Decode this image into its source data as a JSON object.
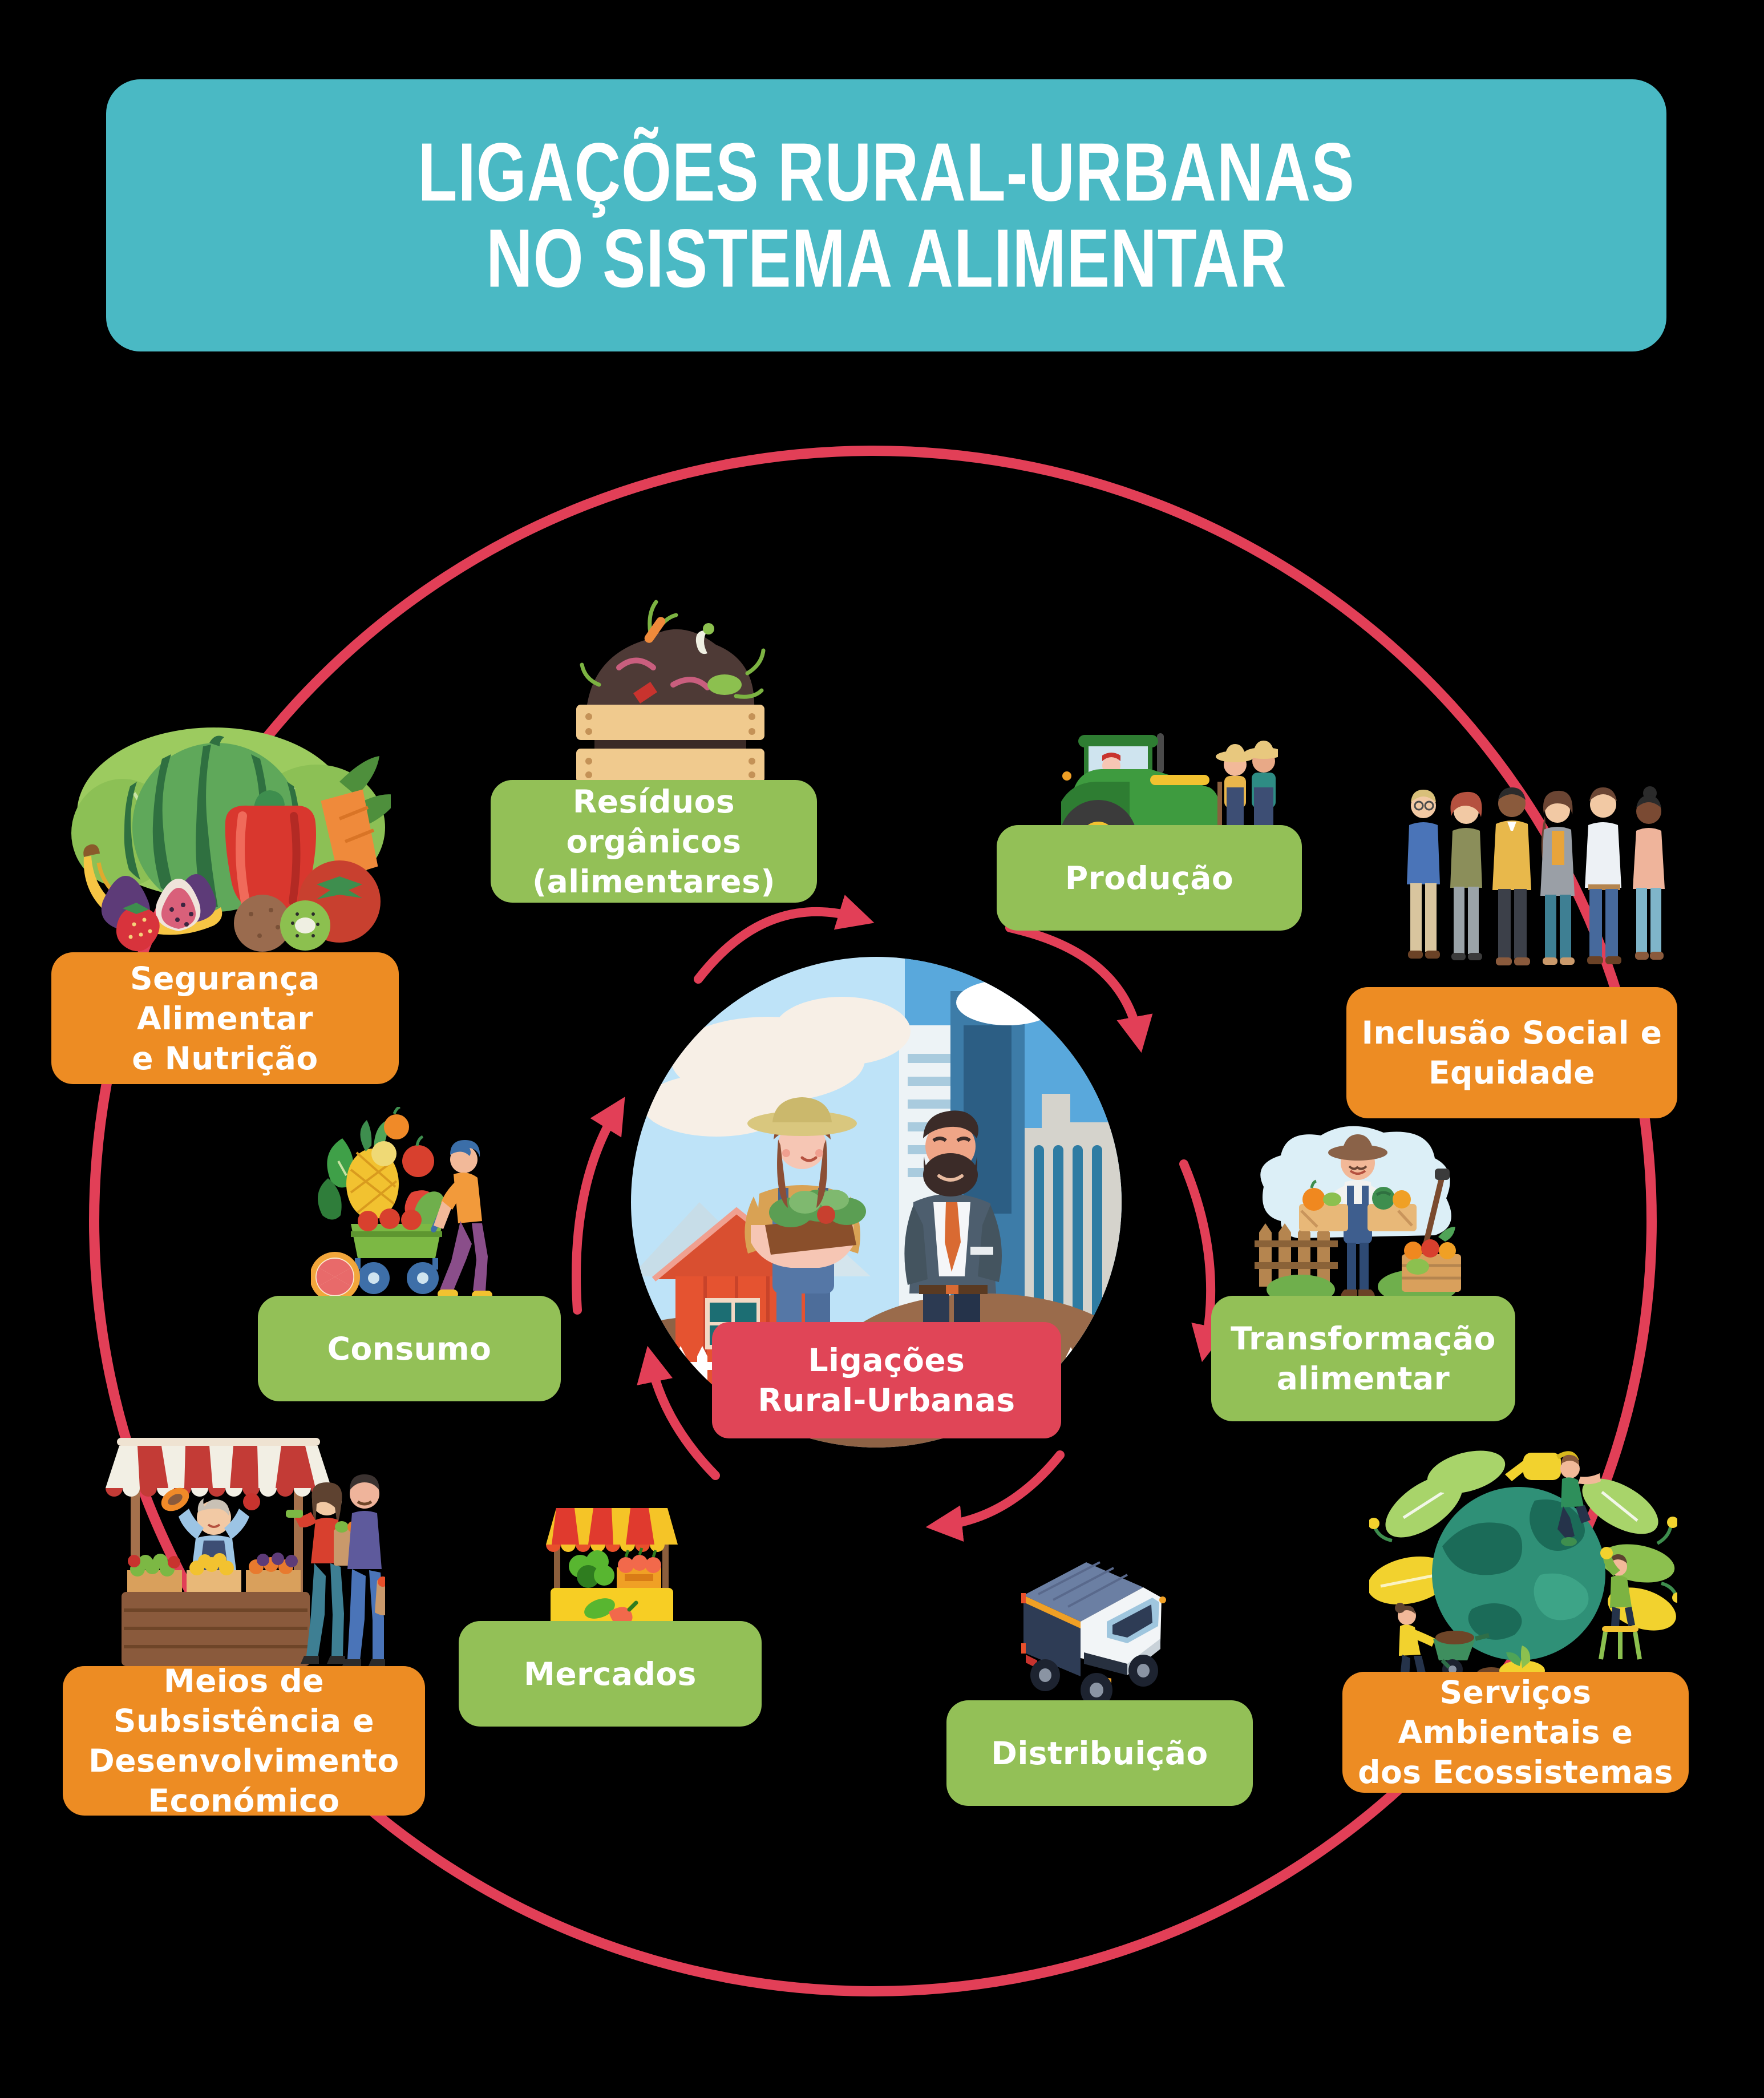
{
  "background_color": "#000000",
  "title": {
    "lines": [
      "LIGAÇÕES RURAL-URBANAS",
      "NO SISTEMA ALIMENTAR"
    ],
    "bg_color": "#4AB9C4",
    "text_color": "#FFFFFF"
  },
  "center": {
    "label_lines": [
      "Ligações",
      "Rural-Urbanas"
    ],
    "box_color": "#E04557",
    "illustration": "farmer-and-businessman-rural-urban-scene"
  },
  "cycle": {
    "ring_color": "#E23F57",
    "arrow_color": "#E23F57",
    "direction": "clockwise"
  },
  "cycle_nodes": [
    {
      "id": "residuos-organicos",
      "label_lines": [
        "Resíduos orgânicos",
        "(alimentares)"
      ],
      "box_color": "#93C057",
      "illustration": "compost-crate"
    },
    {
      "id": "producao",
      "label_lines": [
        "Produção"
      ],
      "box_color": "#93C057",
      "illustration": "tractor-and-farmers"
    },
    {
      "id": "transformacao-alimentar",
      "label_lines": [
        "Transformação",
        "alimentar"
      ],
      "box_color": "#93C057",
      "illustration": "farmer-with-produce-crates"
    },
    {
      "id": "distribuicao",
      "label_lines": [
        "Distribuição"
      ],
      "box_color": "#93C057",
      "illustration": "delivery-truck"
    },
    {
      "id": "mercados",
      "label_lines": [
        "Mercados"
      ],
      "box_color": "#93C057",
      "illustration": "market-stand"
    },
    {
      "id": "consumo",
      "label_lines": [
        "Consumo"
      ],
      "box_color": "#93C057",
      "illustration": "person-with-fruit-cart"
    }
  ],
  "outcome_nodes": [
    {
      "id": "seguranca-alimentar",
      "label_lines": [
        "Segurança Alimentar",
        "e Nutrição"
      ],
      "box_color": "#ED8C23",
      "illustration": "fruits-and-vegetables"
    },
    {
      "id": "inclusao-social",
      "label_lines": [
        "Inclusão Social e",
        "Equidade"
      ],
      "box_color": "#ED8C23",
      "illustration": "diverse-people-group"
    },
    {
      "id": "meios-subsistencia",
      "label_lines": [
        "Meios de Subsistência e",
        "Desenvolvimento",
        "Económico"
      ],
      "box_color": "#ED8C23",
      "illustration": "market-stall-with-vendor"
    },
    {
      "id": "servicos-ambientais",
      "label_lines": [
        "Serviços Ambientais e",
        "dos Ecossistemas"
      ],
      "box_color": "#ED8C23",
      "illustration": "earth-globe-with-people"
    }
  ]
}
